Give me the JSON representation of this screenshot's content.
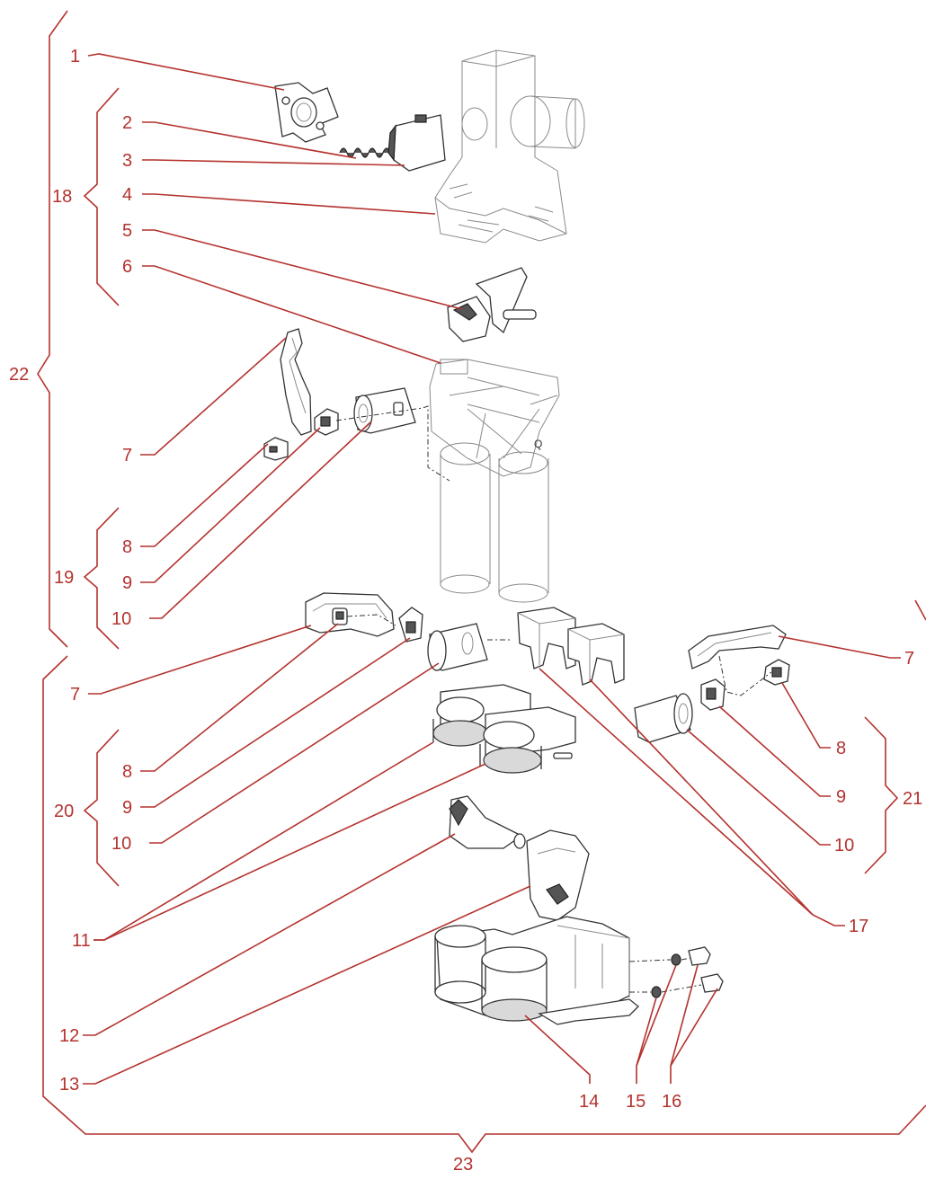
{
  "labels": {
    "l1": "1",
    "l2": "2",
    "l3": "3",
    "l4": "4",
    "l5": "5",
    "l6": "6",
    "l7a": "7",
    "l8a": "8",
    "l9a": "9",
    "l10a": "10",
    "l7b": "7",
    "l8b": "8",
    "l9b": "9",
    "l10b": "10",
    "l7c": "7",
    "l8c": "8",
    "l9c": "9",
    "l10c": "10",
    "l11": "11",
    "l12": "12",
    "l13": "13",
    "l14": "14",
    "l15": "15",
    "l16": "16",
    "l17": "17"
  },
  "groups": {
    "g18": "18",
    "g19": "19",
    "g20": "20",
    "g21": "21",
    "g22": "22",
    "g23": "23"
  },
  "colors": {
    "label": "#b4322e",
    "part_line": "#333333"
  }
}
